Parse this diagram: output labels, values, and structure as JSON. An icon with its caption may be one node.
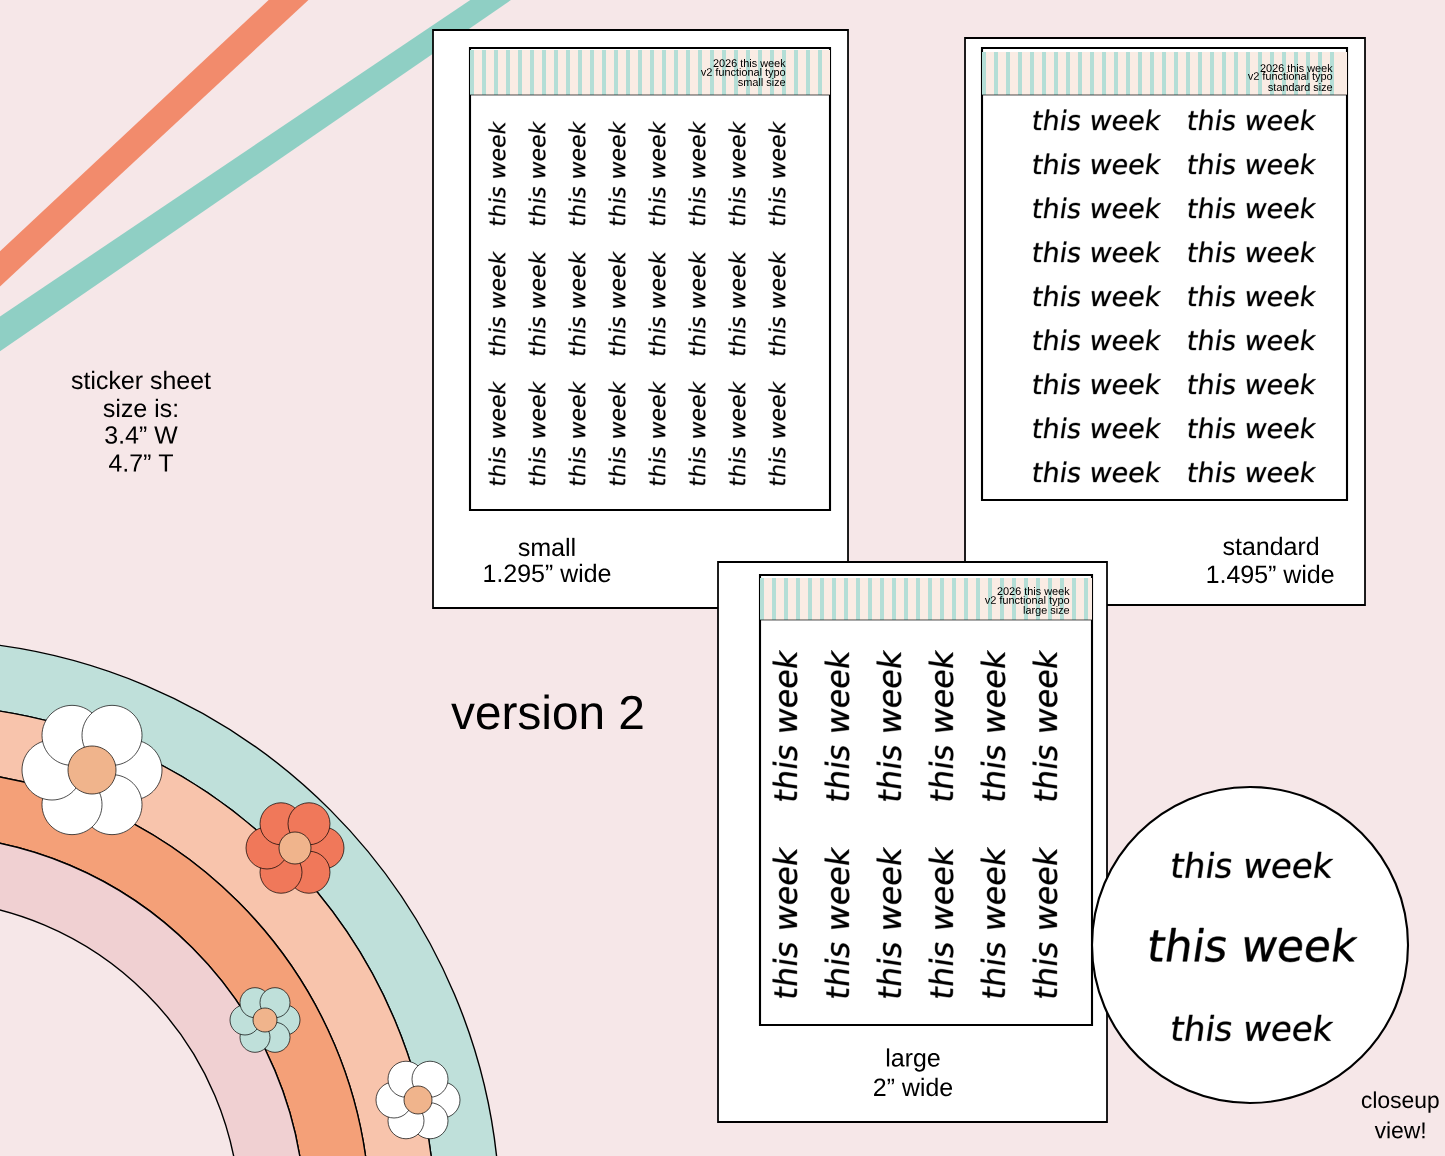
{
  "diagram": {
    "labels": [
      "sticker sheet",
      "size is:",
      "3.4” W",
      "4.7” T",
      "2026 this week",
      "v2 functional typo",
      "small size",
      "this week",
      "this week",
      "this week",
      "this week",
      "this week",
      "this week",
      "this week",
      "this week",
      "this week",
      "this week",
      "this week",
      "this week",
      "this week",
      "this week",
      "this week",
      "this week",
      "this week",
      "this week",
      "this week",
      "this week",
      "this week",
      "this week",
      "this week",
      "this week",
      "small",
      "1.295” wide",
      "2026 this week",
      "v2 functional typo",
      "standard size",
      "this week",
      "this week",
      "this week",
      "this week",
      "this week",
      "this week",
      "this week",
      "this week",
      "this week",
      "this week",
      "this week",
      "this week",
      "this week",
      "this week",
      "this week",
      "this week",
      "this week",
      "this week",
      "standard",
      "1.495” wide",
      "version 2",
      "2026 this week",
      "v2 functional typo",
      "large size",
      "this week",
      "this week",
      "this week",
      "this week",
      "this week",
      "this week",
      "this week",
      "this week",
      "this week",
      "this week",
      "this week",
      "this week",
      "large",
      "2” wide",
      "this week",
      "this week",
      "this week",
      "closeup",
      "view!"
    ]
  }
}
